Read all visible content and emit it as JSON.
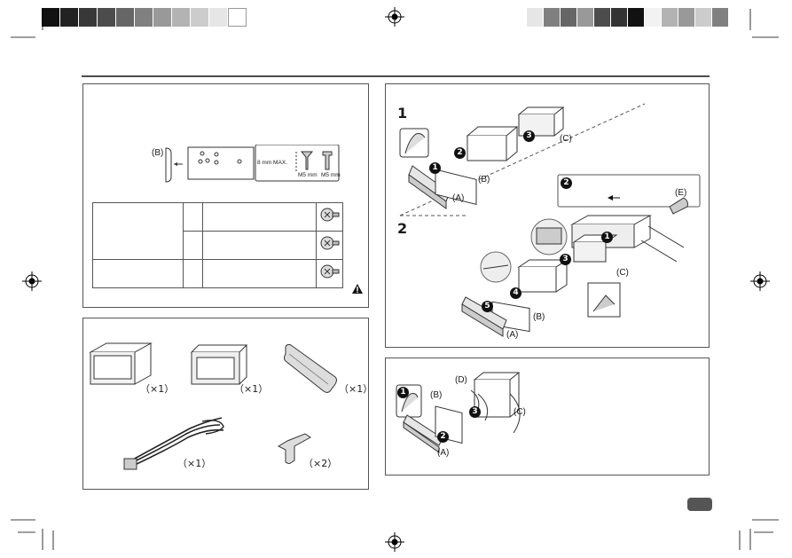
{
  "color_bars": {
    "left": [
      "#111111",
      "#222222",
      "#383838",
      "#4c4c4c",
      "#666666",
      "#808080",
      "#999999",
      "#b3b3b3",
      "#cccccc",
      "#e6e6e6",
      "#ffffff"
    ],
    "right": [
      "#e6e6e6",
      "#808080",
      "#666666",
      "#999999",
      "#4c4c4c",
      "#333333",
      "#111111",
      "#f2f2f2",
      "#b3b3b3",
      "#999999",
      "#cccccc",
      "#808080"
    ]
  },
  "panel_a": {
    "label_b": "(B)",
    "depth_max": "8 mm MAX.",
    "screw_left": "M5 mm",
    "screw_right": "M5 mm",
    "warning_icon": "warning-triangle-icon"
  },
  "panel_b": {
    "qty_c": "（×1）",
    "qty_b": "（×1）",
    "qty_a": "（×1）",
    "qty_harness": "（×1）",
    "qty_keys": "（×2）"
  },
  "panel_install": {
    "step1": "1",
    "step2": "2",
    "lbl_a1": "(A)",
    "lbl_b1": "(B)",
    "lbl_c1": "(C)",
    "lbl_c2": "(C)",
    "lbl_b2": "(B)",
    "lbl_a2": "(A)",
    "lbl_e": "(E)",
    "callout_num": "2",
    "n1": "1",
    "n2": "2",
    "n3": "3",
    "m1": "1",
    "m3": "3",
    "m4": "4",
    "m5": "5"
  },
  "panel_remove": {
    "lbl_d": "(D)",
    "lbl_b": "(B)",
    "lbl_c": "(C)",
    "lbl_a": "(A)",
    "r1": "1",
    "r2": "2",
    "r3": "3"
  }
}
